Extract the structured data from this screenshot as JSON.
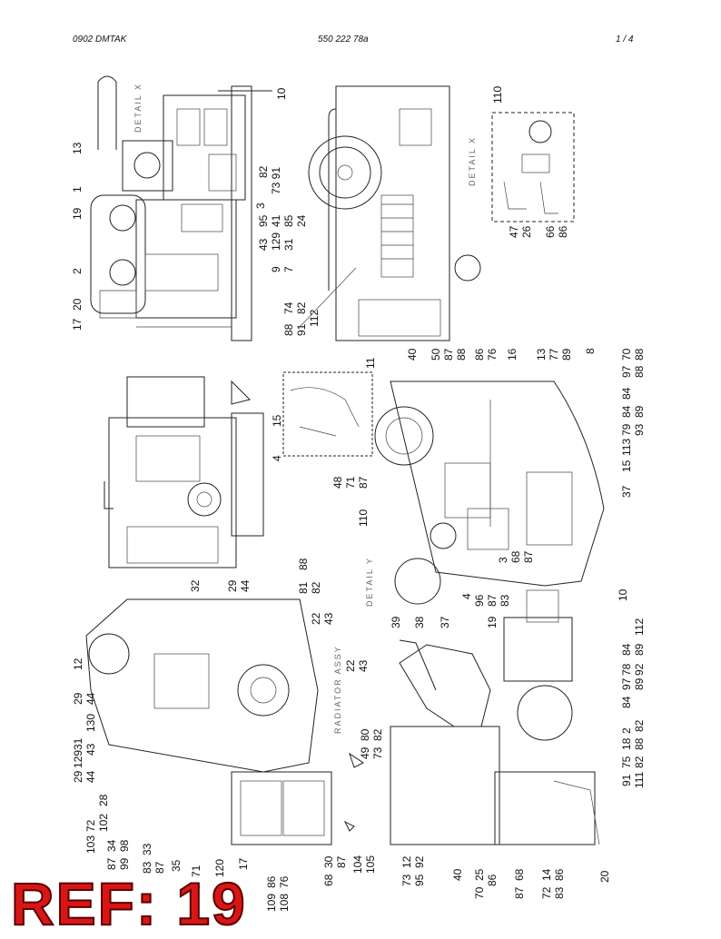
{
  "header": {
    "left": "0902 DMTAK",
    "center": "550 222 78a",
    "page": "1 /  4"
  },
  "stamp": "REF: 19",
  "view_labels": {
    "detail_x_small": "DETAIL X",
    "detail_x": "DETAIL X",
    "detail_y": "DETAIL Y",
    "radiator": "RADIATOR ASSY"
  },
  "callouts": {
    "a1": "13",
    "a2": "1",
    "a3": "19",
    "a4": "2",
    "a5": "20",
    "a6": "17",
    "a7": "3",
    "a8": "10",
    "b1": "82",
    "b2": "73 91",
    "b3": "95",
    "b4": "41",
    "b5": "85",
    "b6": "43",
    "b7": "129",
    "b8": "31",
    "b9": "24",
    "b10": "9",
    "b11": "7",
    "b12": "74",
    "b13": "82",
    "b14": "88",
    "b15": "91",
    "b16": "112",
    "b17": "11",
    "c1": "110",
    "c2": "47",
    "c3": "26",
    "c4": "66",
    "c5": "86",
    "d1": "15",
    "d2": "4",
    "d3": "48",
    "d4": "71",
    "d5": "87",
    "e1": "40",
    "e2": "50",
    "e3": "87",
    "e4": "88",
    "e5": "86",
    "e6": "76",
    "e7": "16",
    "e8": "13",
    "e9": "77",
    "e10": "89",
    "e11": "8",
    "e12": "70",
    "e13": "88",
    "e14": "84",
    "e15": "97",
    "e16": "88",
    "e17": "79",
    "e18": "84",
    "e19": "93",
    "e20": "89",
    "e21": "15",
    "e22": "113",
    "e23": "37",
    "e24": "110",
    "e25": "3",
    "e26": "68",
    "e27": "87",
    "f1": "12",
    "f2": "29",
    "f3": "44",
    "f4": "130",
    "f5": "129",
    "f6": "31",
    "f7": "43",
    "f8": "29",
    "f9": "44",
    "f10": "28",
    "f11": "103",
    "f12": "72",
    "f13": "102",
    "f14": "87",
    "f15": "34",
    "f16": "99",
    "f17": "98",
    "f18": "83",
    "f19": "33",
    "f20": "87",
    "f21": "35",
    "f22": "3",
    "f23": "71",
    "f24": "120",
    "f25": "17",
    "f26": "109",
    "f27": "86",
    "f28": "108",
    "f29": "76",
    "f30": "68",
    "f31": "30",
    "f32": "87",
    "f33": "104",
    "f34": "105",
    "f35": "49",
    "f36": "80",
    "f37": "73",
    "f38": "82",
    "f39": "32",
    "f40": "29",
    "f41": "44",
    "f42": "81",
    "f43": "88",
    "f44": "82",
    "f45": "22",
    "f46": "43",
    "f47": "22",
    "f48": "43",
    "g1": "39",
    "g2": "38",
    "g3": "37",
    "g4": "4",
    "g5": "96",
    "g6": "87",
    "g7": "83",
    "g8": "19",
    "g9": "10",
    "g10": "78",
    "g11": "84",
    "g12": "92",
    "g13": "89",
    "g14": "112",
    "g15": "84",
    "g16": "97",
    "g17": "89",
    "g18": "18",
    "g19": "2",
    "g20": "88",
    "g21": "82",
    "g22": "91",
    "g23": "75",
    "g24": "111",
    "g25": "82",
    "g26": "73",
    "g27": "12",
    "g28": "95",
    "g29": "92",
    "g30": "40",
    "g31": "70",
    "g32": "25",
    "g33": "86",
    "g34": "87",
    "g35": "68",
    "g36": "72",
    "g37": "14",
    "g38": "83",
    "g39": "86",
    "g40": "20"
  }
}
